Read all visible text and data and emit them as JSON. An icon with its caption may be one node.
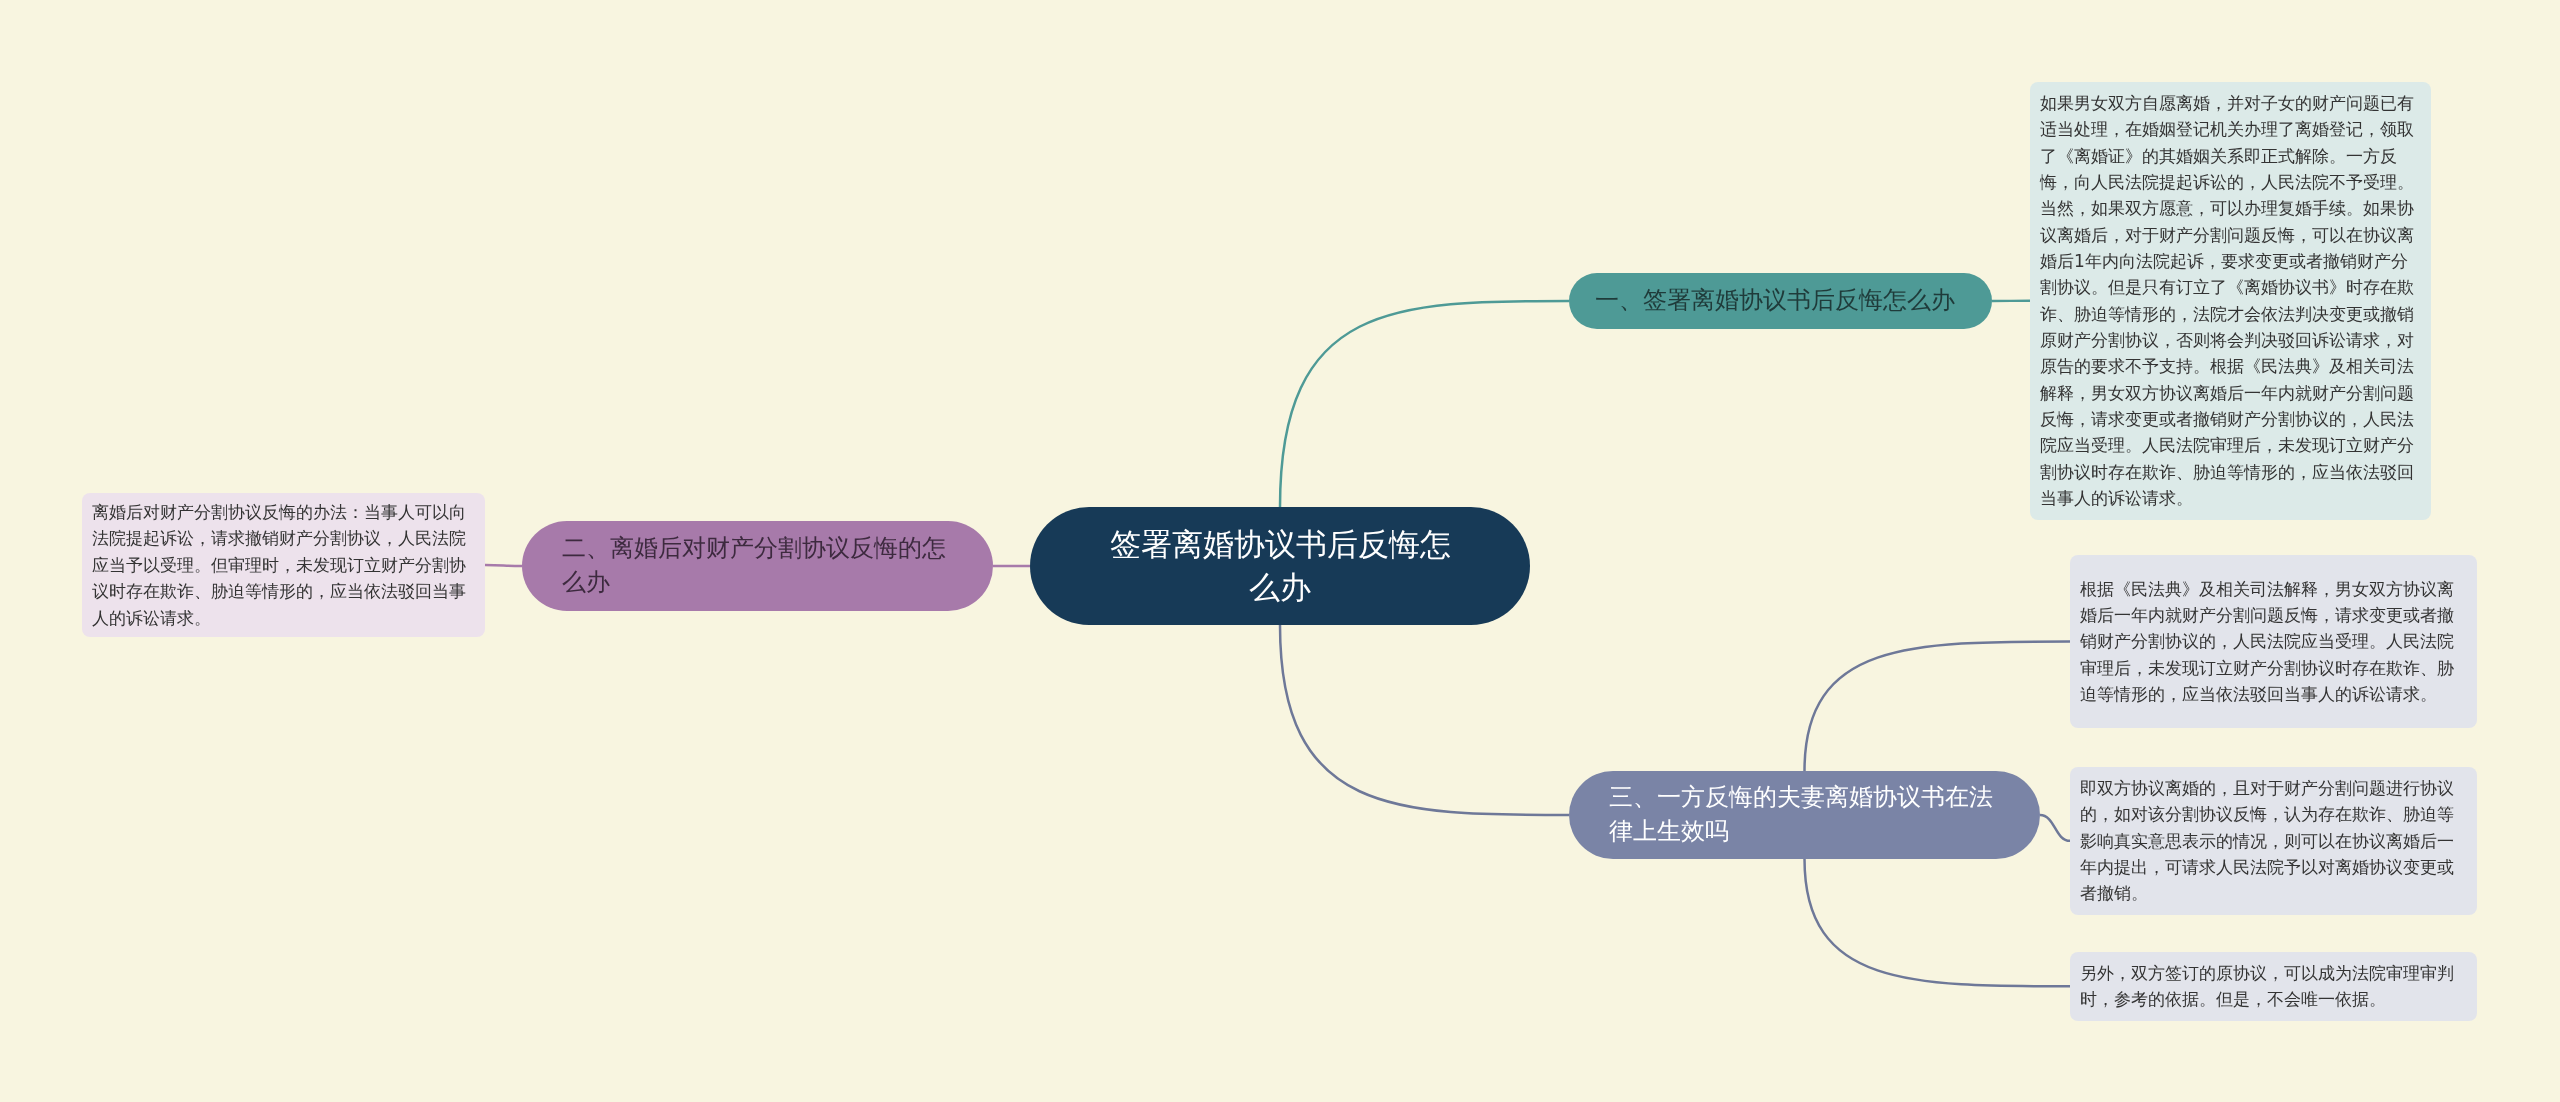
{
  "diagram": {
    "nodes": [
      {
        "text": [
          "签署离婚协议书后反悔怎么办"
        ]
      },
      {
        "text": [
          "一、签署离婚协议书后反悔怎么办"
        ]
      },
      {
        "text": [
          "如果男女双方自愿离婚，并对子女的财产问题已有适当处理，在婚姻登记机关办理了离婚登记，领取了《离婚证》的其婚姻关系即正式解除。一方反悔，向人民法院提起诉讼的，人民法院不予受理。当然，如果双方愿意，可以办理复婚手续。如果协议离婚后，对于财产分割问题反悔，可以在协议离婚后1年内向法院起诉，要求变更或者撤销财产分割协议。但是只有订立了《离婚协议书》时存在欺诈、胁迫等情形的，法院才会依法判决变更或撤销原财产分割协议，否则将会判决驳回诉讼请求，对原告的要求不予支持。根据《民法典》及相关司法解释，男女双方协议离婚后一年内就财产分割问题反悔，请求变更或者撤销财产分割协议的，人民法院应当受理。人民法院审理后，未发现订立财产分割协议时存在欺诈、胁迫等情形的，应当依法驳回当事人的诉讼请求。"
        ]
      },
      {
        "text": [
          "二、离婚后对财产分割协议反悔的怎么办"
        ]
      },
      {
        "text": [
          "离婚后对财产分割协议反悔的办法：当事人可以向法院提起诉讼，请求撤销财产分割协议，人民法院应当予以受理。但审理时，未发现订立财产分割协议时存在欺诈、胁迫等情形的，应当依法驳回当事人的诉讼请求。"
        ]
      },
      {
        "text": [
          "三、一方反悔的夫妻离婚协议书在法律上生效吗"
        ]
      },
      {
        "text": [
          "根据《民法典》及相关司法解释，男女双方协议离婚后一年内就财产分割问题反悔，请求变更或者撤销财产分割协议的，人民法院应当受理。人民法院审理后，未发现订立财产分割协议时存在欺诈、胁迫等情形的，应当依法驳回当事人的诉讼请求。"
        ]
      },
      {
        "text": [
          "即双方协议离婚的，且对于财产分割问题进行协议的，如对该分割协议反悔，认为存在欺诈、胁迫等影响真实意思表示的情况，则可以在协议离婚后一年内提出，可请求人民法院予以对离婚协议变更或者撤销。"
        ]
      },
      {
        "text": [
          "另外，双方签订的原协议，可以成为法院审理审判时，参考的依据。但是，不会唯一依据。"
        ]
      }
    ],
    "edges": [
      {
        "from": 0,
        "to": 1,
        "arrow": "none",
        "color": "#4e9a96"
      },
      {
        "from": 1,
        "to": 2,
        "arrow": "none",
        "color": "#4e9a96"
      },
      {
        "from": 0,
        "to": 3,
        "arrow": "none",
        "color": "#a77aaa"
      },
      {
        "from": 3,
        "to": 4,
        "arrow": "none",
        "color": "#a77aaa"
      },
      {
        "from": 0,
        "to": 5,
        "arrow": "none",
        "color": "#6e7898"
      },
      {
        "from": 5,
        "to": 6,
        "arrow": "none",
        "color": "#6e7898"
      },
      {
        "from": 5,
        "to": 7,
        "arrow": "none",
        "color": "#6e7898"
      },
      {
        "from": 5,
        "to": 8,
        "arrow": "none",
        "color": "#6e7898"
      }
    ]
  }
}
